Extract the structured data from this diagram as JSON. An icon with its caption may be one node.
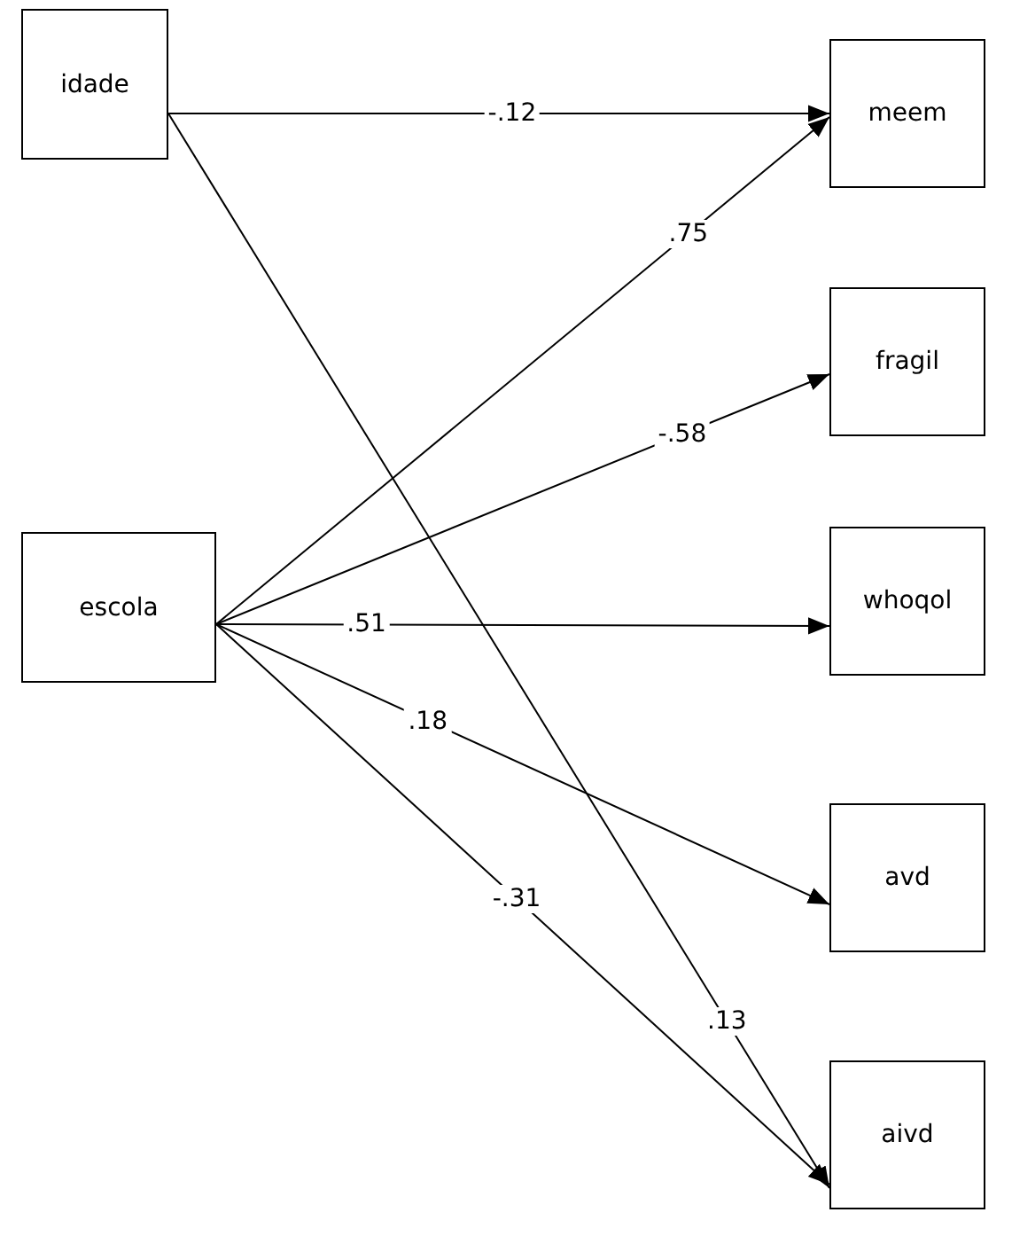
{
  "diagram": {
    "nodes": [
      {
        "text": [
          "idade"
        ]
      },
      {
        "text": [
          "escola"
        ]
      },
      {
        "text": [
          "meem"
        ]
      },
      {
        "text": [
          "fragil"
        ]
      },
      {
        "text": [
          "whoqol"
        ]
      },
      {
        "text": [
          "avd"
        ]
      },
      {
        "text": [
          "aivd"
        ]
      }
    ],
    "edges": [
      {
        "from": 0,
        "to": 2,
        "arrow": "to",
        "label": "-.12"
      },
      {
        "from": 0,
        "to": 6,
        "arrow": "to",
        "label": ".13"
      },
      {
        "from": 1,
        "to": 2,
        "arrow": "to",
        "label": ".75"
      },
      {
        "from": 1,
        "to": 3,
        "arrow": "to",
        "label": "-.58"
      },
      {
        "from": 1,
        "to": 4,
        "arrow": "to",
        "label": ".51"
      },
      {
        "from": 1,
        "to": 5,
        "arrow": "to",
        "label": ".18"
      },
      {
        "from": 1,
        "to": 6,
        "arrow": "to",
        "label": "-.31"
      }
    ]
  }
}
